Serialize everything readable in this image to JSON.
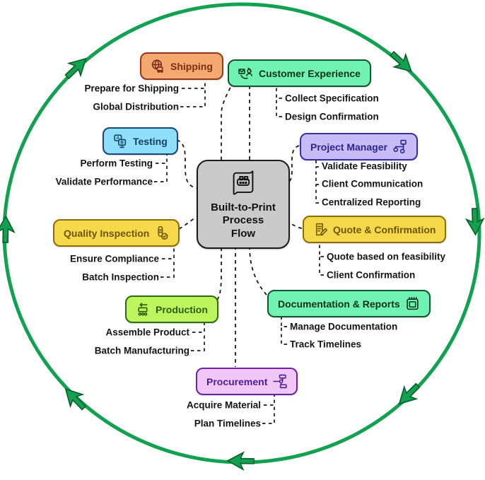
{
  "title": "Built-to-Print Process Flow",
  "cycle": {
    "color": "#12A150",
    "arrow_outline": "#075E2A",
    "direction": "clockwise",
    "arrow_count": 7
  },
  "center": {
    "icon": "print-document-icon",
    "label_lines": [
      "Built-to-Print",
      "Process",
      "Flow"
    ]
  },
  "nodes": [
    {
      "id": "shipping",
      "label": "Shipping",
      "icon": "globe-truck-icon",
      "fill": "#F5A86F",
      "stroke": "#94381A",
      "text": "#7C2D12",
      "items": [
        "Prepare for Shipping",
        "Global Distribution"
      ]
    },
    {
      "id": "customer-experience",
      "label": "Customer Experience",
      "icon": "mail-person-sync-icon",
      "fill": "#70F2B2",
      "stroke": "#14532D",
      "text": "#063018",
      "items": [
        "Collect Specification",
        "Design Confirmation"
      ]
    },
    {
      "id": "testing",
      "label": "Testing",
      "icon": "ab-test-screens-icon",
      "fill": "#8FDEFA",
      "stroke": "#15497B",
      "text": "#123E6B",
      "items": [
        "Perform Testing",
        "Validate Performance"
      ]
    },
    {
      "id": "project-manager",
      "label": "Project Manager",
      "icon": "org-chart-icon",
      "fill": "#C8BCF6",
      "stroke": "#3730A3",
      "text": "#2B2590",
      "items": [
        "Validate Feasibility",
        "Client Communication",
        "Centralized Reporting"
      ]
    },
    {
      "id": "quality-inspection",
      "label": "Quality Inspection",
      "icon": "test-tube-check-icon",
      "fill": "#F6D84B",
      "stroke": "#8C6D00",
      "text": "#6D5500",
      "items": [
        "Ensure Compliance",
        "Batch Inspection"
      ]
    },
    {
      "id": "quote-confirmation",
      "label": "Quote & Confirmation",
      "icon": "document-pen-icon",
      "fill": "#F6D84B",
      "stroke": "#8C6D00",
      "text": "#6D5500",
      "items": [
        "Quote based on feasibility",
        "Client Confirmation"
      ]
    },
    {
      "id": "production",
      "label": "Production",
      "icon": "conveyor-icon",
      "fill": "#BDF55E",
      "stroke": "#2F6B08",
      "text": "#2A5D06",
      "items": [
        "Assemble Product",
        "Batch Manufacturing"
      ]
    },
    {
      "id": "documentation-reports",
      "label": "Documentation & Reports",
      "icon": "spiral-notebook-icon",
      "fill": "#70F2B2",
      "stroke": "#14532D",
      "text": "#063018",
      "items": [
        "Manage Documentation",
        "Track Timelines"
      ]
    },
    {
      "id": "procurement",
      "label": "Procurement",
      "icon": "flowchart-icon",
      "fill": "#F1C7F8",
      "stroke": "#6B21A8",
      "text": "#4C1D95",
      "items": [
        "Acquire Material",
        "Plan Timelines"
      ]
    }
  ]
}
